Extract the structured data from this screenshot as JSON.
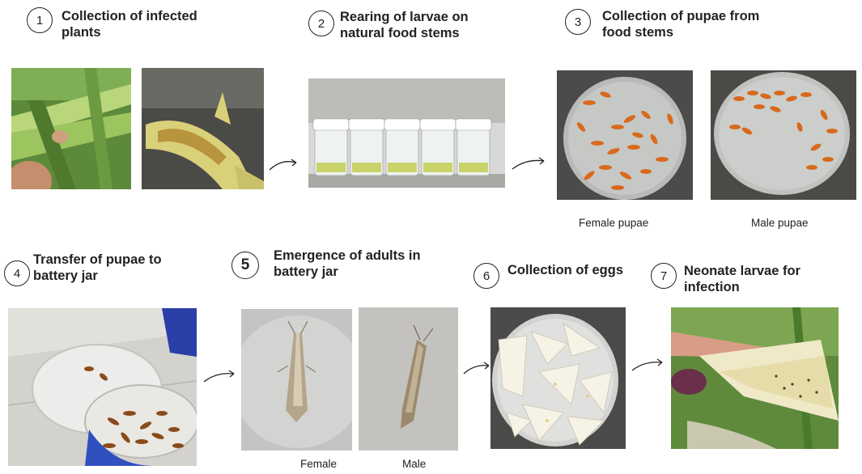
{
  "steps": [
    {
      "number": "1",
      "title": "Collection of infected plants"
    },
    {
      "number": "2",
      "title": "Rearing of larvae on natural food stems"
    },
    {
      "number": "3",
      "title": "Collection of pupae from food stems"
    },
    {
      "number": "4",
      "title": "Transfer of pupae to battery jar"
    },
    {
      "number": "5",
      "title": "Emergence of adults in battery jar"
    },
    {
      "number": "6",
      "title": "Collection of eggs"
    },
    {
      "number": "7",
      "title": "Neonate larvae for infection"
    }
  ],
  "captions": {
    "female_pupae": "Female pupae",
    "male_pupae": "Male pupae",
    "female": "Female",
    "male": "Male"
  }
}
